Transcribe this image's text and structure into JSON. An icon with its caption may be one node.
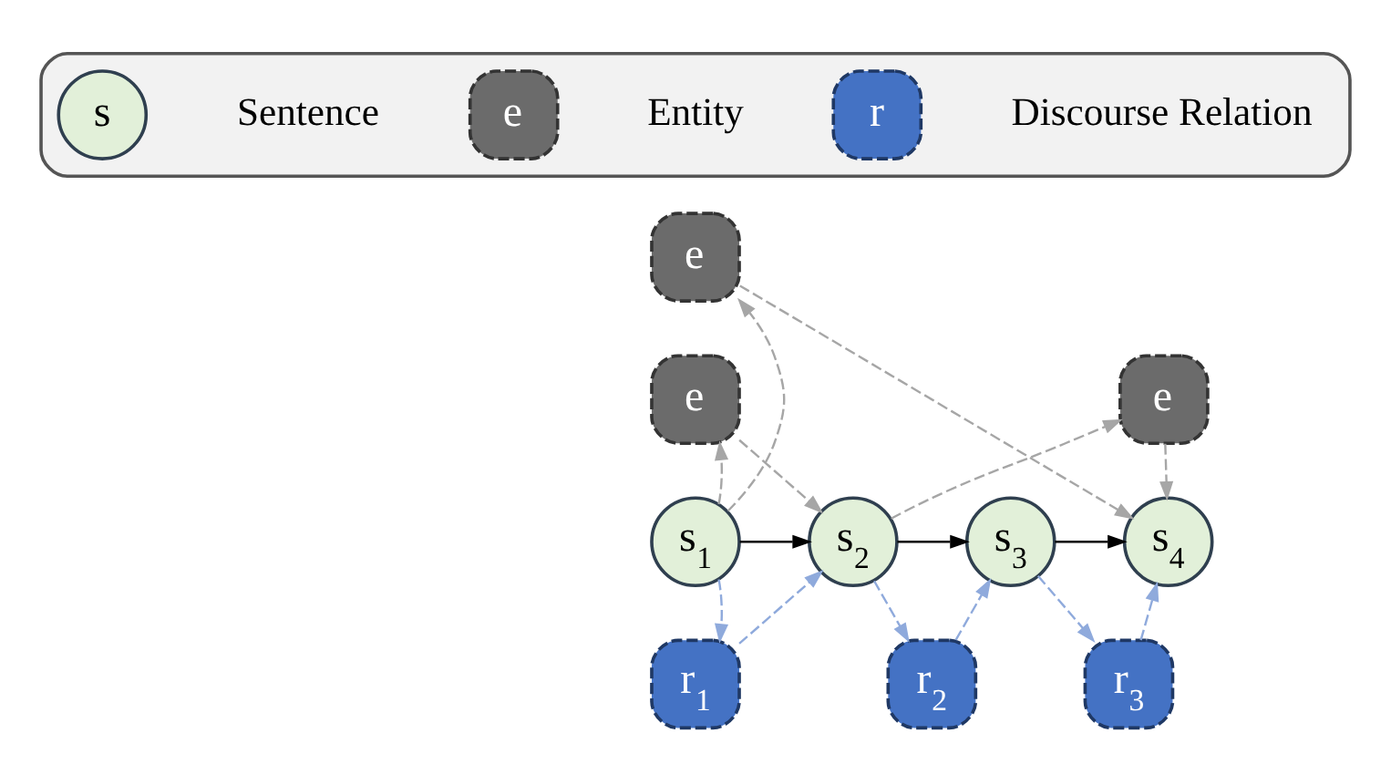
{
  "diagram": {
    "nodes": [
      {
        "text": [],
        "shape": "box"
      },
      {
        "text": [
          "s"
        ],
        "in": 0
      },
      {
        "text": [
          "e"
        ],
        "in": 0
      },
      {
        "text": [
          "r"
        ],
        "in": 0
      },
      {
        "text": [
          "e"
        ]
      },
      {
        "text": [
          "e"
        ]
      },
      {
        "text": [
          "e"
        ]
      },
      {
        "text": [
          "s$_{1}$"
        ]
      },
      {
        "text": [
          "s$_{2}$"
        ]
      },
      {
        "text": [
          "s$_{3}$"
        ]
      },
      {
        "text": [
          "s$_{4}$"
        ]
      },
      {
        "text": [
          "r$_{1}$"
        ]
      },
      {
        "text": [
          "r$_{2}$"
        ]
      },
      {
        "text": [
          "r$_{3}$"
        ]
      }
    ],
    "edges": [
      {
        "from": 7,
        "to": 4,
        "arrow": "to",
        "style": "dashed",
        "color": "#a6a6a6"
      },
      {
        "from": 4,
        "to": 10,
        "arrow": "to",
        "style": "dashed",
        "color": "#a6a6a6"
      },
      {
        "from": 7,
        "to": 5,
        "arrow": "to",
        "style": "dashed",
        "color": "#a6a6a6"
      },
      {
        "from": 5,
        "to": 8,
        "arrow": "to",
        "style": "dashed",
        "color": "#a6a6a6"
      },
      {
        "from": 8,
        "to": 6,
        "arrow": "to",
        "style": "dashed",
        "color": "#a6a6a6"
      },
      {
        "from": 6,
        "to": 10,
        "arrow": "to",
        "style": "dashed",
        "color": "#a6a6a6"
      },
      {
        "from": 7,
        "to": 8,
        "arrow": "to",
        "color": "#000000"
      },
      {
        "from": 8,
        "to": 9,
        "arrow": "to",
        "color": "#000000"
      },
      {
        "from": 9,
        "to": 10,
        "arrow": "to",
        "color": "#000000"
      },
      {
        "from": 7,
        "to": 11,
        "arrow": "to",
        "style": "dashed",
        "color": "#8faadc"
      },
      {
        "from": 11,
        "to": 8,
        "arrow": "to",
        "style": "dashed",
        "color": "#8faadc"
      },
      {
        "from": 8,
        "to": 12,
        "arrow": "to",
        "style": "dashed",
        "color": "#8faadc"
      },
      {
        "from": 12,
        "to": 9,
        "arrow": "to",
        "style": "dashed",
        "color": "#8faadc"
      },
      {
        "from": 9,
        "to": 13,
        "arrow": "to",
        "style": "dashed",
        "color": "#8faadc"
      },
      {
        "from": 13,
        "to": 10,
        "arrow": "to",
        "style": "dashed",
        "color": "#8faadc"
      }
    ],
    "legend": [
      {
        "text": "Sentence"
      },
      {
        "text": "Entity"
      },
      {
        "text": "Discourse Relation"
      }
    ]
  }
}
